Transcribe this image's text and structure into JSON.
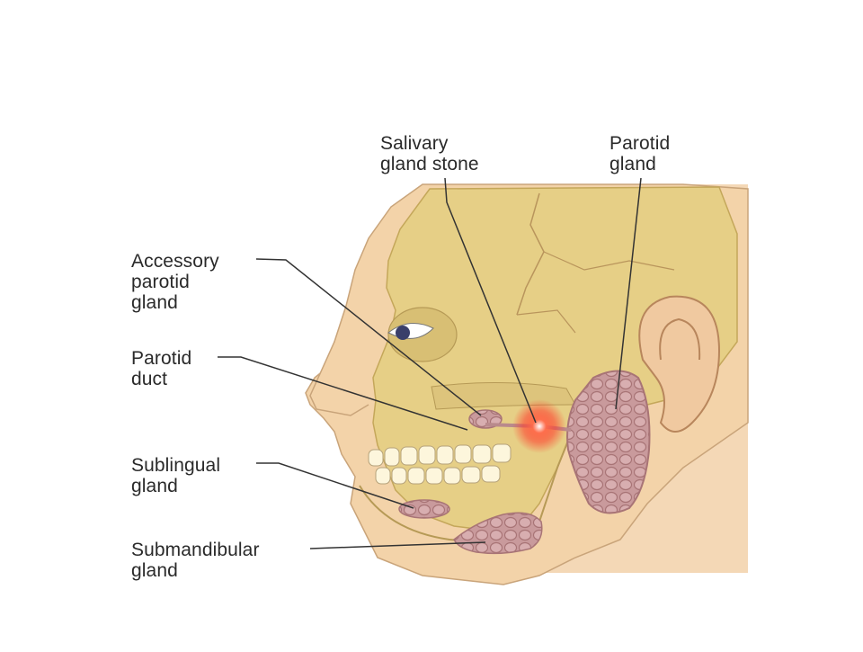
{
  "diagram": {
    "labels": {
      "salivary_stone": "Salivary\ngland stone",
      "parotid_gland": "Parotid\ngland",
      "accessory_parotid": "Accessory\nparotid\ngland",
      "parotid_duct": "Parotid\nduct",
      "sublingual_gland": "Sublingual\ngland",
      "submandibular_gland": "Submandibular\ngland"
    },
    "colors": {
      "skin": "#f3d3a9",
      "skull": "#e6cf86",
      "gland": "#c99a9c",
      "stone_glow": "#ff3a2a",
      "leader": "#333333"
    }
  }
}
